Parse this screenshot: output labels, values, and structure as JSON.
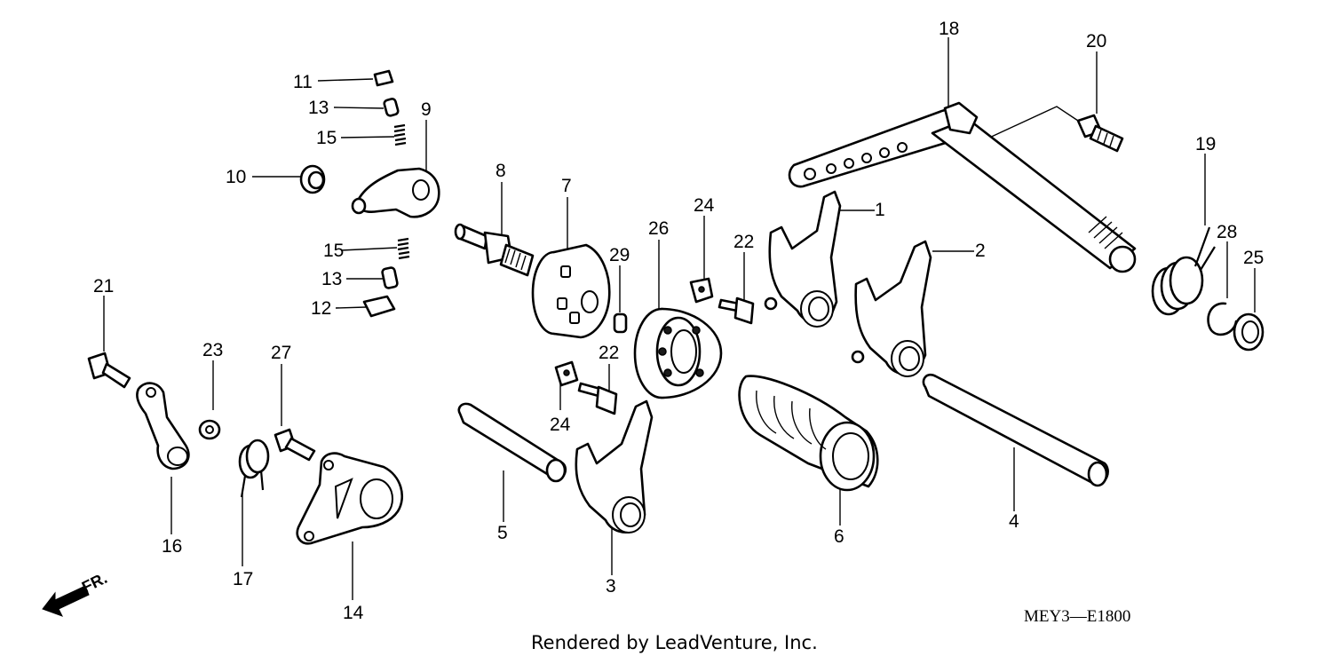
{
  "diagram": {
    "callouts": {
      "c1": "1",
      "c2": "2",
      "c3": "3",
      "c4": "4",
      "c5": "5",
      "c6": "6",
      "c7": "7",
      "c8": "8",
      "c9": "9",
      "c10": "10",
      "c11": "11",
      "c12": "12",
      "c13a": "13",
      "c13b": "13",
      "c14": "14",
      "c15a": "15",
      "c15b": "15",
      "c16": "16",
      "c17": "17",
      "c18": "18",
      "c19": "19",
      "c20": "20",
      "c21": "21",
      "c22a": "22",
      "c22b": "22",
      "c23": "23",
      "c24a": "24",
      "c24b": "24",
      "c25": "25",
      "c26": "26",
      "c27": "27",
      "c28": "28",
      "c29": "29"
    },
    "direction_label": "FR.",
    "diagram_code": "MEY3—E1800",
    "credit": "Rendered by LeadVenture, Inc."
  }
}
